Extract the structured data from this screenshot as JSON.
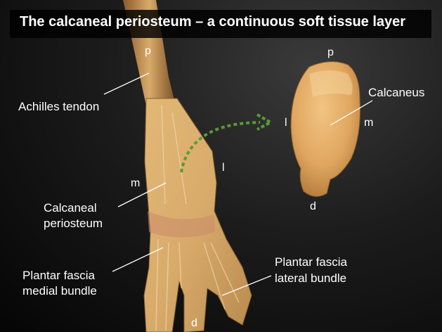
{
  "title": "The calcaneal periosteum – a continuous soft tissue layer",
  "labels": {
    "achilles": "Achilles tendon",
    "periosteum_1": "Calcaneal",
    "periosteum_2": "periosteum",
    "medial_1": "Plantar fascia",
    "medial_2": "medial bundle",
    "lateral_1": "Plantar fascia",
    "lateral_2": "lateral bundle",
    "calcaneus": "Calcaneus"
  },
  "directions": {
    "specimen_top": "p",
    "specimen_medial": "m",
    "specimen_lateral": "l",
    "specimen_bottom": "d",
    "bone_top": "p",
    "bone_lateral": "l",
    "bone_medial": "m",
    "bone_bottom": "d"
  },
  "colors": {
    "tissue": "#d9b070",
    "tissue_dark": "#a8783c",
    "bone": "#e8b36a",
    "arrow": "#5a9a38",
    "text": "#ffffff"
  }
}
